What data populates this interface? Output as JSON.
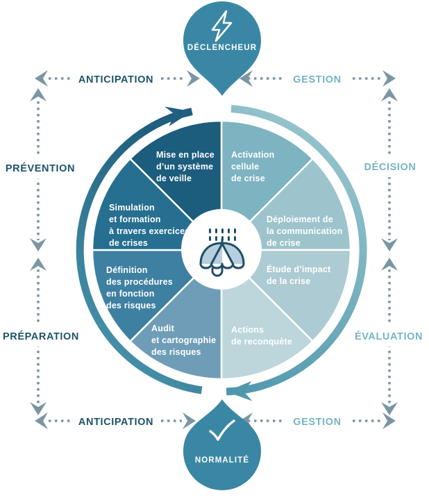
{
  "colors": {
    "background": "#ffffff",
    "dark_navy_text": "#1d5368",
    "light_teal_text": "#76b4c2",
    "pin_fill": "#3a87a5",
    "circuit_arrow": "#7b96a3",
    "ring_left_gradient": [
      "#4f9cb3",
      "#1f5e7e"
    ],
    "ring_right_gradient": [
      "#93c2cb",
      "#4f97ad"
    ],
    "umbrella_stroke": "#1d4e66",
    "umbrella_panel": "#b7cedd"
  },
  "top_pin": {
    "label": "DÉCLENCHEUR",
    "icon": "lightning",
    "fill": "#3a87a5"
  },
  "bottom_pin": {
    "label": "NORMALITÉ",
    "icon": "checkmark",
    "fill": "#3a87a5"
  },
  "center": {
    "icon": "umbrella-rain"
  },
  "outer_labels": {
    "top_left": "ANTICIPATION",
    "top_right": "GESTION",
    "left_upper": "PRÉVENTION",
    "left_lower": "PRÉPARATION",
    "right_upper": "DÉCISION",
    "right_lower": "ÉVALUATION",
    "bottom_left": "ANTICIPATION",
    "bottom_right": "GESTION"
  },
  "pie": {
    "slices": [
      {
        "name": "activation-cellule-de-crise",
        "color": "#7eb3c1",
        "lines": [
          "Activation",
          "cellule",
          "de crise"
        ]
      },
      {
        "name": "deploiement-communication-de-crise",
        "color": "#9dc4cc",
        "lines": [
          "Déploiement de",
          "la communication",
          "de crise"
        ]
      },
      {
        "name": "etude-impact-de-la-crise",
        "color": "#adcbd3",
        "lines": [
          "Étude d’impact",
          "de la crise"
        ]
      },
      {
        "name": "actions-de-reconquete",
        "color": "#bcd6db",
        "lines": [
          "Actions",
          "de reconquête"
        ]
      },
      {
        "name": "audit-cartographie-des-risques",
        "color": "#6f9db7",
        "lines": [
          "Audit",
          "et cartographie",
          "des risques"
        ]
      },
      {
        "name": "definition-procedures-risques",
        "color": "#3e80a2",
        "lines": [
          "Définition",
          "des procédures",
          "en fonction",
          "des risques"
        ]
      },
      {
        "name": "simulation-formation-exercices",
        "color": "#266f91",
        "lines": [
          "Simulation",
          "et formation",
          "à travers exercices",
          "de crises"
        ]
      },
      {
        "name": "mise-en-place-systeme-veille",
        "color": "#1c5c7c",
        "lines": [
          "Mise en place",
          "d’un système",
          "de veille"
        ]
      }
    ]
  }
}
